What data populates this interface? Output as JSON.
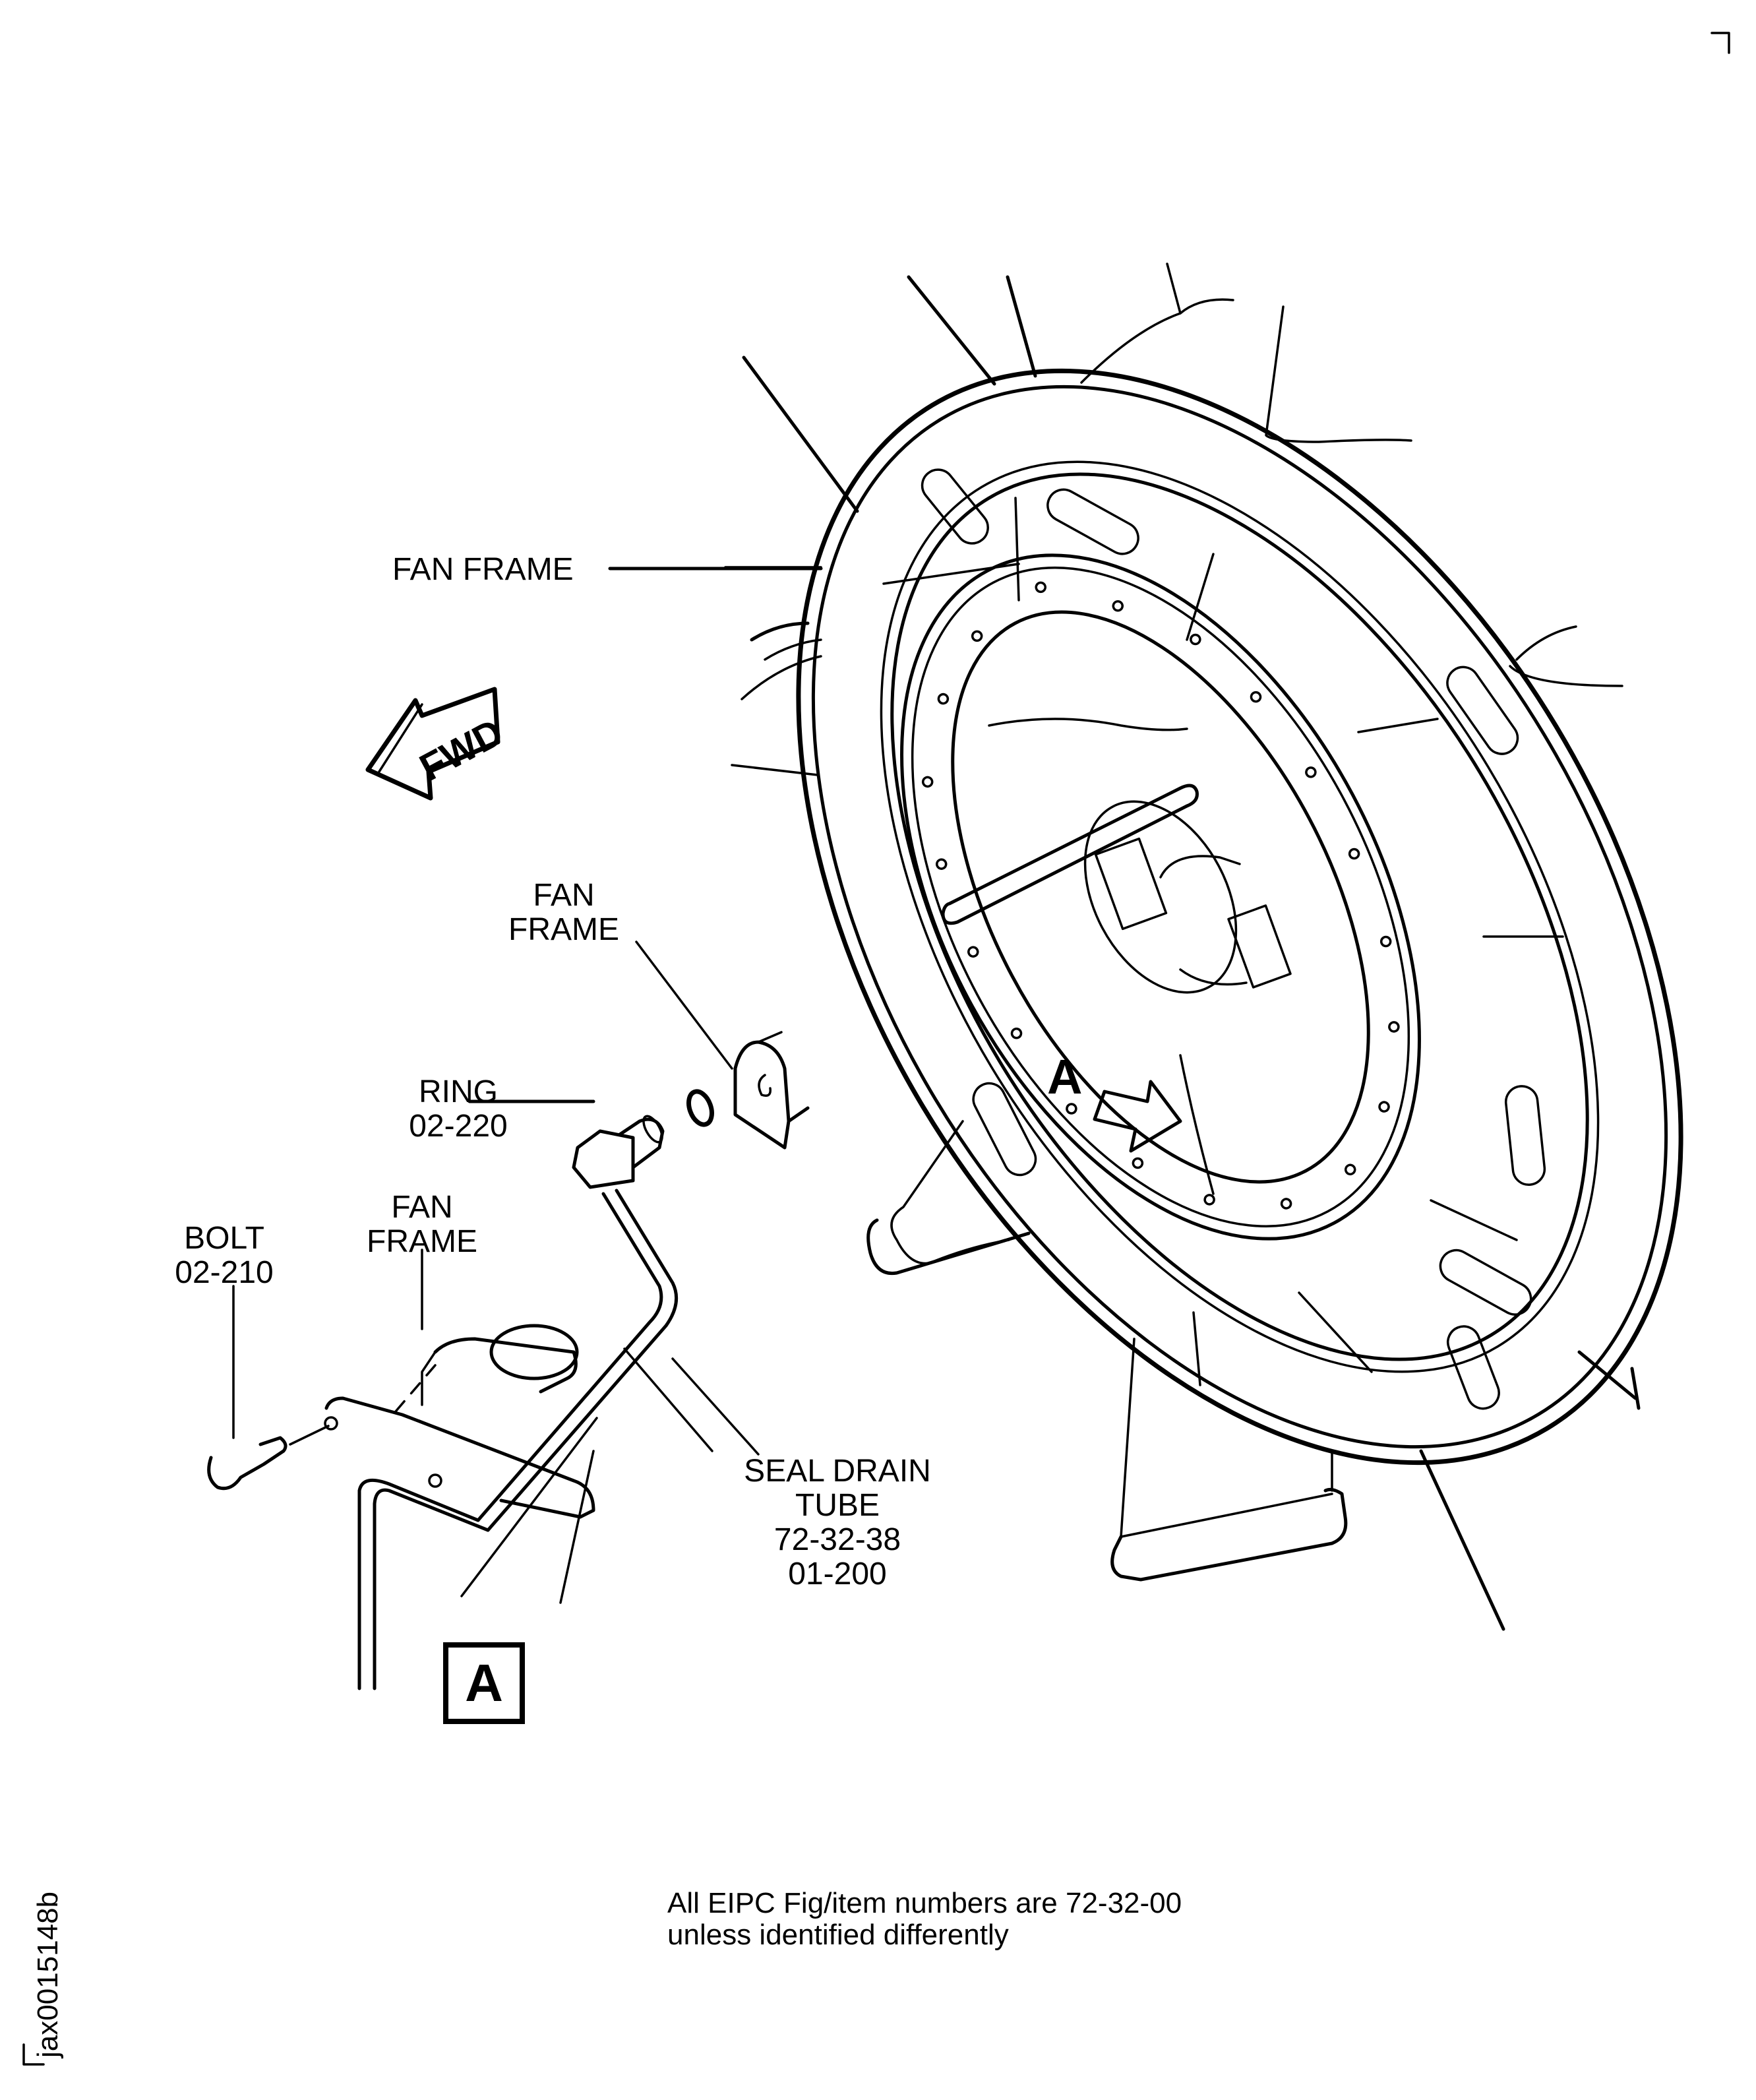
{
  "figure": {
    "id_label": "jax0015148b",
    "note_lines": [
      "All EIPC Fig/item numbers are 72-32-00",
      "unless identified differently"
    ],
    "direction_indicator": "FWD",
    "view_callout": "A",
    "view_label": "A"
  },
  "callouts": {
    "fan_frame_main": {
      "lines": [
        "FAN FRAME"
      ]
    },
    "fan_frame_bracket": {
      "lines": [
        "FAN",
        "FRAME"
      ]
    },
    "ring": {
      "lines": [
        "RING",
        "02-220"
      ]
    },
    "bolt": {
      "lines": [
        "BOLT",
        "02-210"
      ]
    },
    "fan_frame_lower": {
      "lines": [
        "FAN",
        "FRAME"
      ]
    },
    "seal_drain_tube": {
      "lines": [
        "SEAL DRAIN",
        "TUBE",
        "72-32-38",
        "01-200"
      ]
    }
  },
  "icons": {
    "fwd_arrow": "arrow-left-outline",
    "view_arrow": "arrow-right-outline",
    "corner_marks": [
      "crop-mark-top-right",
      "crop-mark-bottom-left"
    ]
  },
  "colors": {
    "ink": "#000000",
    "paper": "#ffffff"
  }
}
